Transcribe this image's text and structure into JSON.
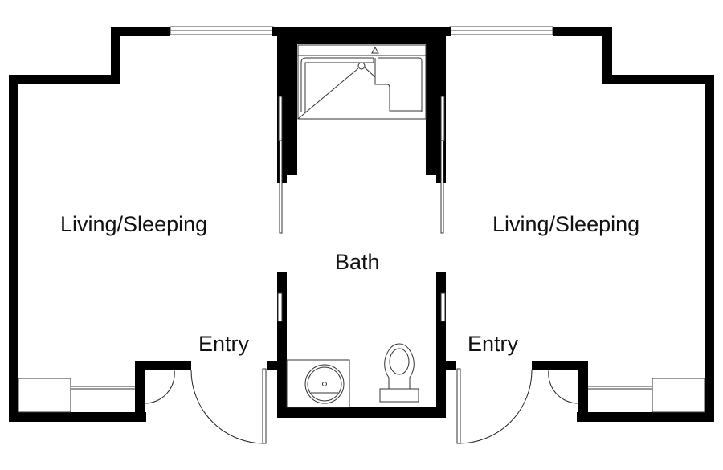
{
  "rooms": {
    "left_living": "Living/Sleeping",
    "right_living": "Living/Sleeping",
    "bath": "Bath",
    "left_entry": "Entry",
    "right_entry": "Entry"
  },
  "colors": {
    "wall": "#000000",
    "line": "#333333",
    "background": "#ffffff"
  }
}
